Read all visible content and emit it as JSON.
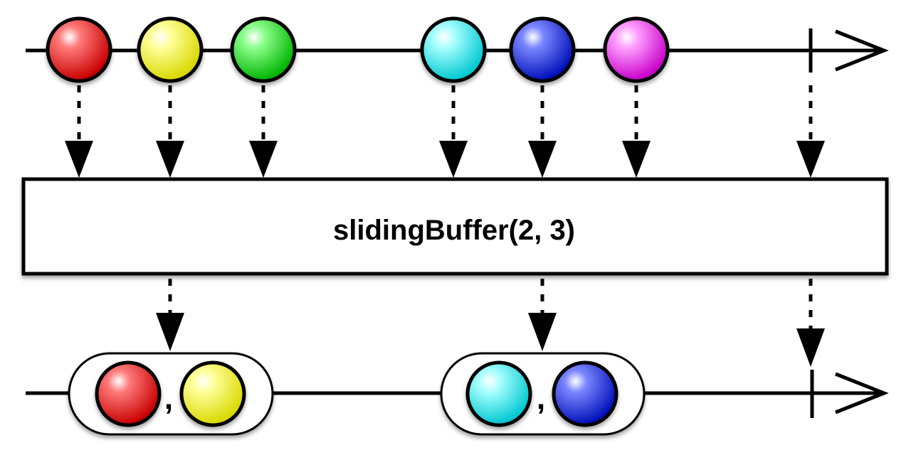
{
  "operator": {
    "label": "slidingBuffer(2, 3)"
  },
  "input_stream": {
    "marbles": [
      {
        "name": "red-marble",
        "color": "#ff2a2a"
      },
      {
        "name": "yellow-marble",
        "color": "#ffff33"
      },
      {
        "name": "green-marble",
        "color": "#22e022"
      },
      {
        "name": "cyan-marble",
        "color": "#3ff0f0"
      },
      {
        "name": "blue-marble",
        "color": "#2a3ae8"
      },
      {
        "name": "magenta-marble",
        "color": "#f04af0"
      }
    ],
    "completes": true
  },
  "output_stream": {
    "buffers": [
      {
        "items": [
          "red-marble",
          "yellow-marble"
        ],
        "separator": ","
      },
      {
        "items": [
          "cyan-marble",
          "blue-marble"
        ],
        "separator": ","
      }
    ],
    "completes": true
  }
}
